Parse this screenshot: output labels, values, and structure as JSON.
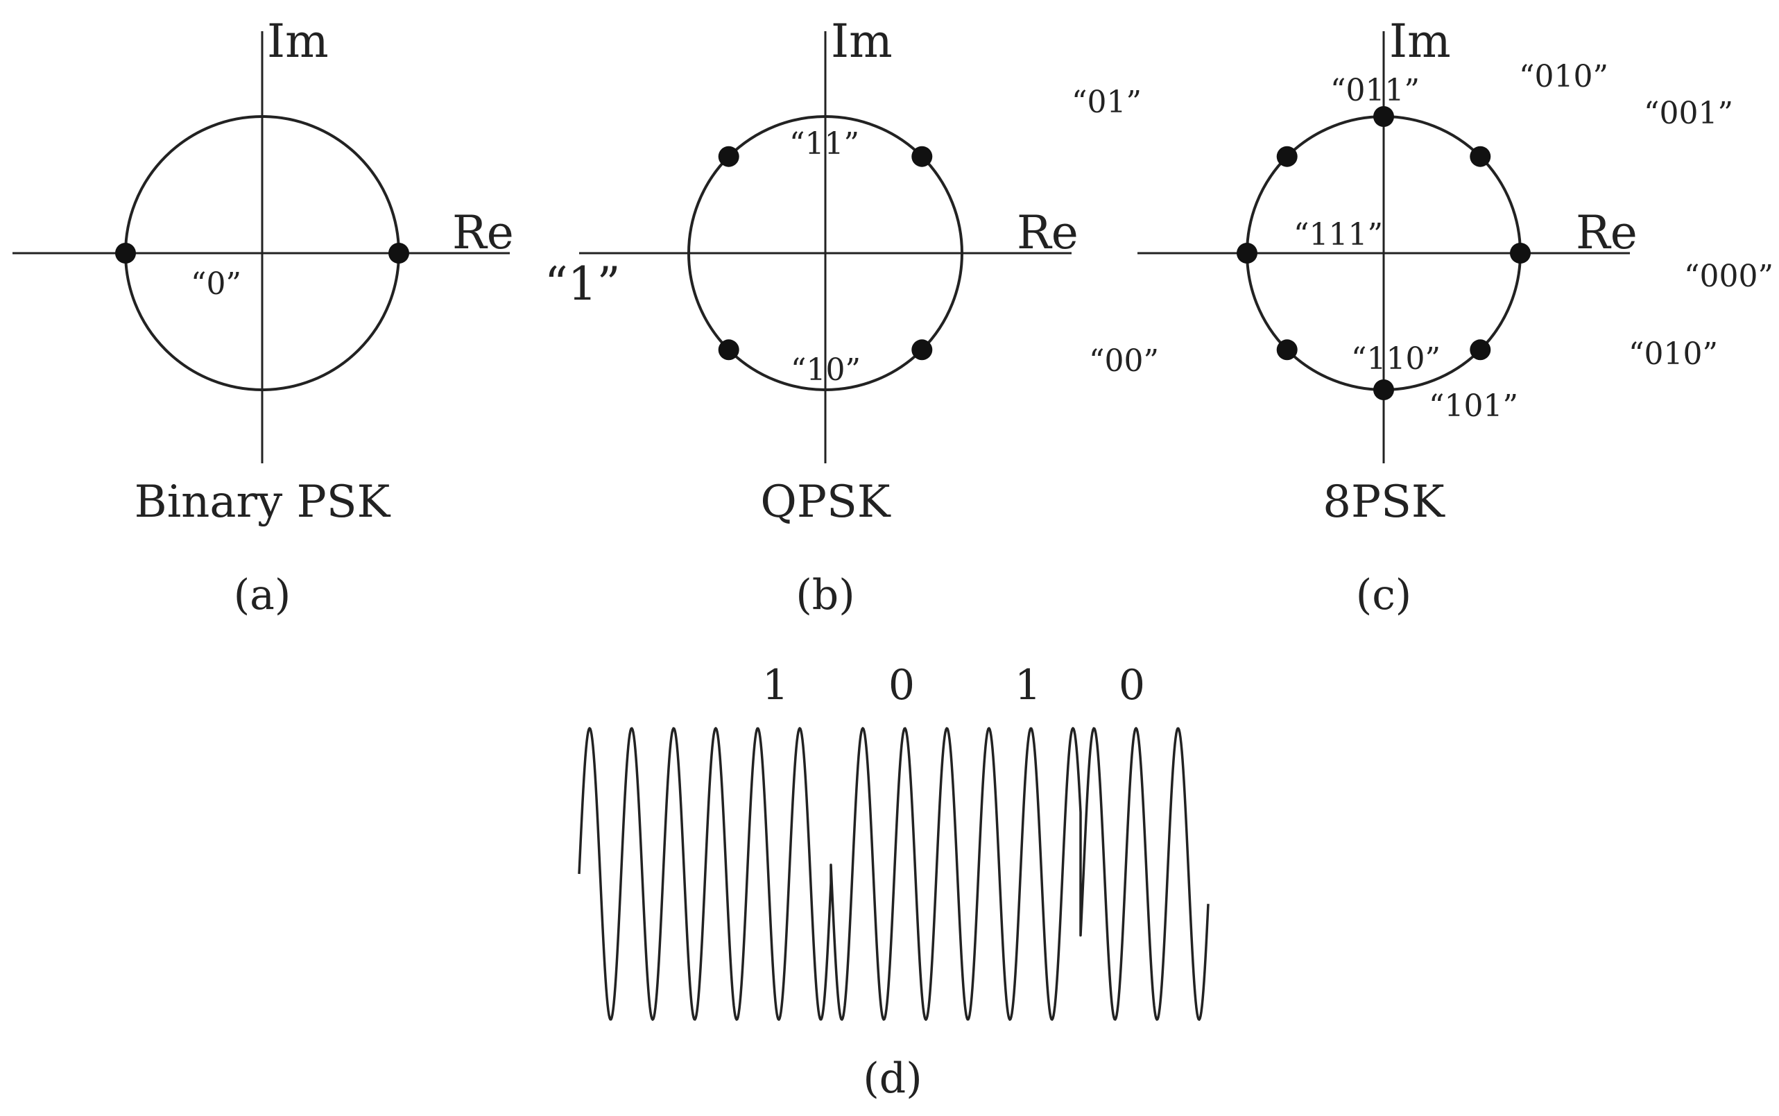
{
  "axis_labels": {
    "real": "Re",
    "imag": "Im"
  },
  "panels": [
    {
      "id": "a",
      "title": "Binary PSK",
      "caption": "(a)",
      "symbol_angles_deg": [
        0,
        180
      ],
      "point_labels": [
        "“0”",
        "“1”"
      ]
    },
    {
      "id": "b",
      "title": "QPSK",
      "caption": "(b)",
      "symbol_angles_deg": [
        45,
        135,
        225,
        315
      ],
      "point_labels": [
        "“11”",
        "“01”",
        "“10”",
        "“00”"
      ]
    },
    {
      "id": "c",
      "title": "8PSK",
      "caption": "(c)",
      "symbol_angles_deg": [
        0,
        45,
        90,
        135,
        180,
        225,
        270,
        315
      ],
      "point_labels": [
        "“011”",
        "“010”",
        "“001”",
        "“111”",
        "“000”",
        "“110”",
        "“010”",
        "“101”"
      ]
    }
  ],
  "waveform": {
    "caption": "(d)",
    "bits": [
      "1",
      "0",
      "1",
      "0"
    ]
  }
}
